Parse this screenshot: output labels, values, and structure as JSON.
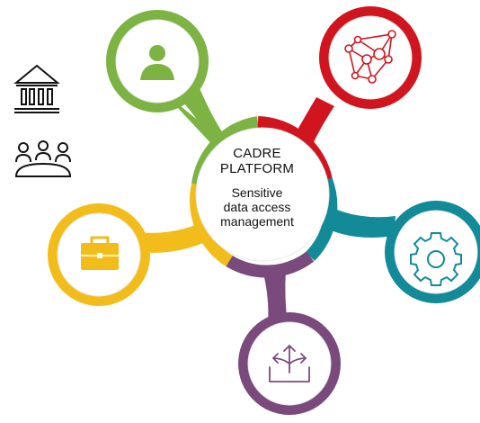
{
  "center": {
    "title_line1": "CADRE",
    "title_line2": "PLATFORM",
    "subtitle_line1": "Sensitive",
    "subtitle_line2": "data access",
    "subtitle_line3": "management"
  },
  "colors": {
    "green": "#7cb342",
    "red": "#d0151f",
    "teal": "#138a98",
    "purple": "#7b4a7d",
    "yellow": "#f2bd1a",
    "icon_dark": "#111111"
  },
  "nodes": [
    {
      "icon": "user-icon",
      "color": "green"
    },
    {
      "icon": "network-icon",
      "color": "red"
    },
    {
      "icon": "gear-icon",
      "color": "teal"
    },
    {
      "icon": "split-arrows-icon",
      "color": "purple"
    },
    {
      "icon": "briefcase-icon",
      "color": "yellow"
    }
  ],
  "side_icons": [
    "institution-icon",
    "meeting-icon"
  ]
}
